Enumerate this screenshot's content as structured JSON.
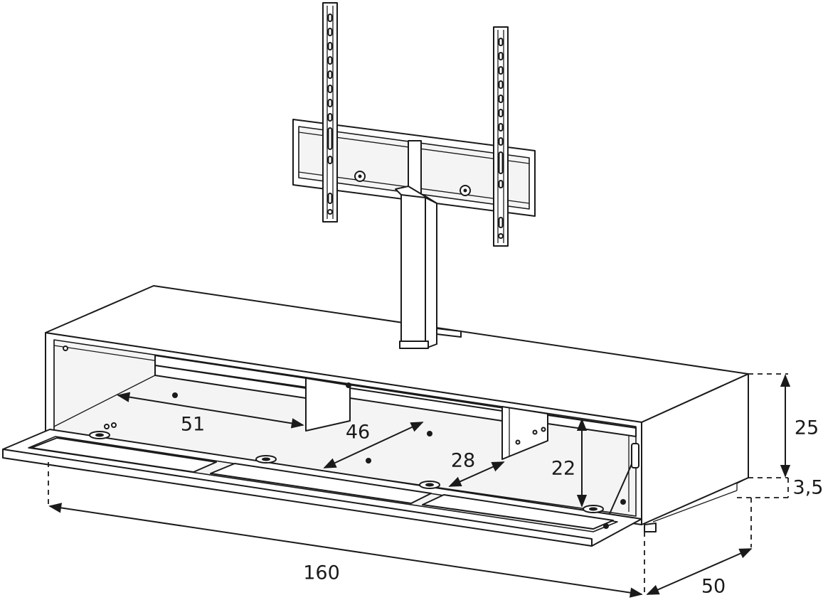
{
  "dimensions": {
    "width": "160",
    "depth": "50",
    "height": "25",
    "foot_height": "3,5",
    "inner_width": "51",
    "inner_depth": "46",
    "compartment_depth": "28",
    "inner_height": "22"
  }
}
